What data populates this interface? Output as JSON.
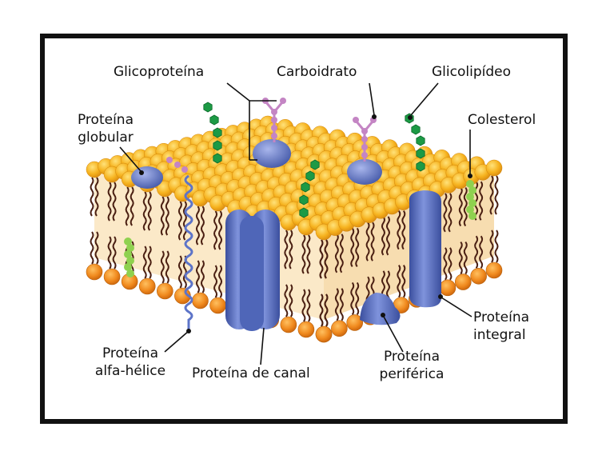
{
  "labels": {
    "glicoproteina": "Glicoproteína",
    "carboidrato": "Carboidrato",
    "glicolipideo": "Glicolipídeo",
    "proteina_globular_1": "Proteína",
    "proteina_globular_2": "globular",
    "colesterol": "Colesterol",
    "proteina_alfa_1": "Proteína",
    "proteina_alfa_2": "alfa-hélice",
    "proteina_canal": "Proteína de canal",
    "proteina_periferica_1": "Proteína",
    "proteina_periferica_2": "periférica",
    "proteina_integral_1": "Proteína",
    "proteina_integral_2": "integral"
  },
  "colors": {
    "head_fill": "#f6b21e",
    "head_stroke": "#d2860c",
    "tail": "#4a1f12",
    "protein": "#5d74c8",
    "protein_dark": "#3b4f9e",
    "sugar_green": "#1c9a45",
    "sugar_pink": "#c485c4",
    "cholesterol": "#8fd14f",
    "leader": "#111111"
  }
}
